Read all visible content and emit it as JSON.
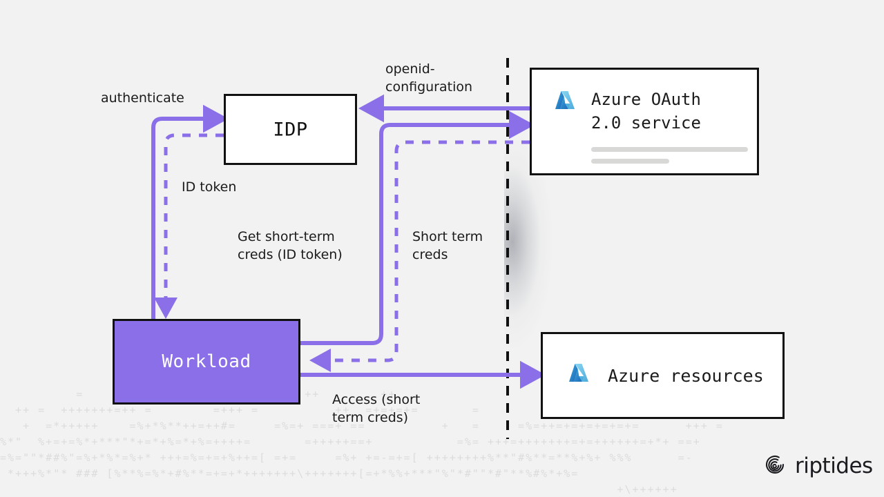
{
  "canvas": {
    "background_color": "#f2f2f2",
    "accent_purple": "#8a6fe8",
    "outline_color": "#111111"
  },
  "nodes": {
    "idp": {
      "label": "IDP"
    },
    "workload": {
      "label": "Workload"
    },
    "azure_oauth": {
      "title": "Azure OAuth\n2.0 service",
      "logo": "azure-logo",
      "placeholder_bars": 2
    },
    "azure_resources": {
      "title": "Azure resources",
      "logo": "azure-logo"
    }
  },
  "edge_labels": {
    "authenticate": "authenticate",
    "openid_configuration": "openid-\nconfiguration",
    "id_token": "ID token",
    "get_short_term_creds": "Get short-term\ncreds (ID token)",
    "short_term_creds": "Short term\ncreds",
    "access_short_term_creds": "Access (short\nterm creds)"
  },
  "divider": {
    "style": "dashed-vertical",
    "color": "#111111"
  },
  "brand": {
    "name": "riptides",
    "mark": "spiral-icon"
  },
  "decorative_background": {
    "rows": [
      "          =          =                  ++        ++                                            ++",
      "  ++ =  +++++++=++ =        =+++ =          ++  =+=+=+=       =          ++   =         ++",
      "   +  =*+++++    =%+*%**++=++#=     =%=+ ===+ ==          +   =     =%=++=+=+=+=+=+=      +++ =",
      "%*\"  %+=+=%*+***\"*+=*+%=*+%=++++=       =+++++==+           =%= +++=+++++++=+=++++++=+*+ ==+",
      "=%=\"\"*##%\"=%+*%*=%+* +++=%=+=+%++=[ =+=     =%+ +=-=+=[ ++++++++%**\"#%**=**%+%+ %%%      =-",
      " *+++%*\"* ### [%**%=%*+#%**=+=+*+++++++\\+++++++[=+*%%+***\"%\"*#\"\"*#\"**%#%*+%=",
      "                                                                                 +\\++++++"
    ]
  }
}
